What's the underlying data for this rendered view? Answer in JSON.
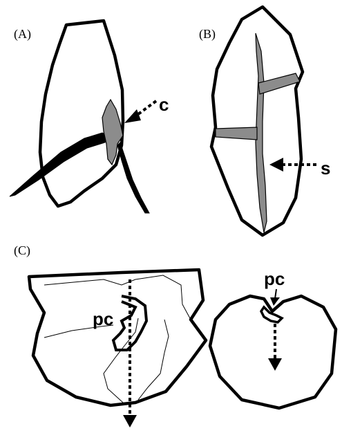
{
  "panels": {
    "a": {
      "label": "(A)"
    },
    "b": {
      "label": "(B)"
    },
    "c": {
      "label": "(C)"
    }
  },
  "annotations": {
    "c": "c",
    "s": "s",
    "pc_left": "pc",
    "pc_right": "pc"
  },
  "colors": {
    "outline": "#000000",
    "crack_fill": "#8c8c8c",
    "background": "#ffffff"
  }
}
